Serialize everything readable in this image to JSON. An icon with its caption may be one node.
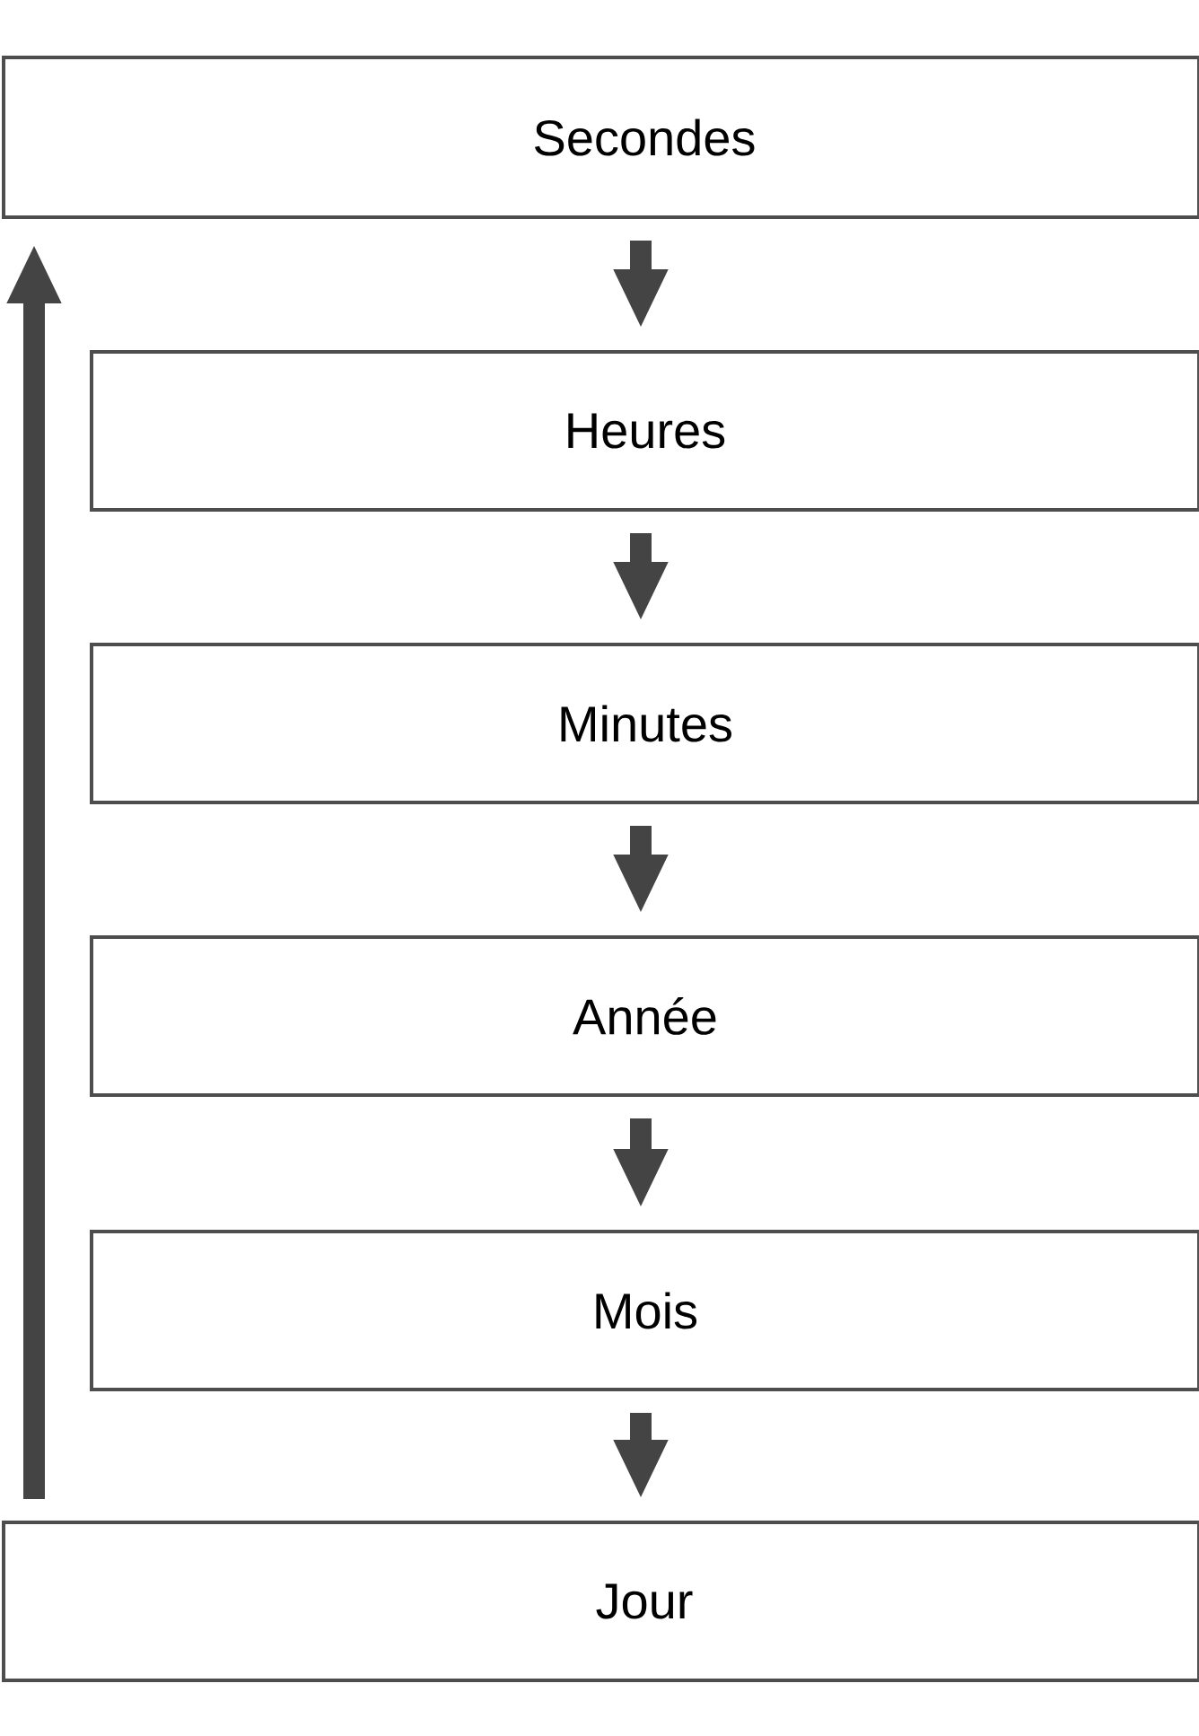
{
  "diagram": {
    "nodes": [
      {
        "text": [
          "Secondes"
        ]
      },
      {
        "text": [
          "Heures"
        ]
      },
      {
        "text": [
          "Minutes"
        ]
      },
      {
        "text": [
          "Année"
        ]
      },
      {
        "text": [
          "Mois"
        ]
      },
      {
        "text": [
          "Jour"
        ]
      }
    ],
    "edges": [
      {
        "from": 0,
        "to": 1,
        "arrow": "to"
      },
      {
        "from": 1,
        "to": 2,
        "arrow": "to"
      },
      {
        "from": 2,
        "to": 3,
        "arrow": "to"
      },
      {
        "from": 3,
        "to": 4,
        "arrow": "to"
      },
      {
        "from": 4,
        "to": 5,
        "arrow": "to"
      },
      {
        "from": 5,
        "to": 0,
        "arrow": "to"
      }
    ]
  }
}
